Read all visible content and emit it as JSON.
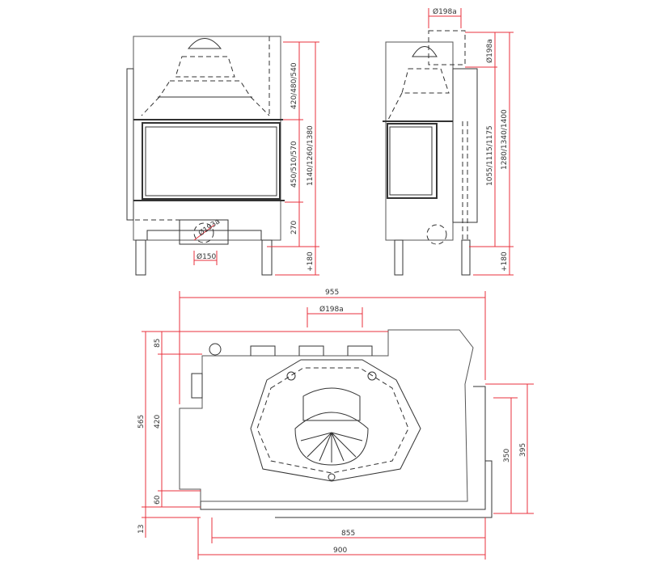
{
  "front_view": {
    "dim_hood": "420/480/540",
    "dim_window": "450/510/570",
    "dim_total": "1140/1260/1380",
    "dim_base": "270",
    "dim_legs": "+180",
    "dim_outlet_diameter": "Ø150",
    "dim_rear_diameter": "Ø193a"
  },
  "side_view": {
    "dim_top_diameter": "Ø198a",
    "dim_flue_diameter": "Ø198a",
    "dim_body": "1055/1115/1175",
    "dim_total": "1280/1340/1400",
    "dim_legs": "+180"
  },
  "top_view": {
    "dim_width_total": "955",
    "dim_flue_diameter": "Ø198a",
    "dim_depth_total": "565",
    "dim_rear": "85",
    "dim_depth_mid": "420",
    "dim_front": "60",
    "dim_glass": "13",
    "dim_side_inner": "350",
    "dim_side_outer": "395",
    "dim_width_inner": "855",
    "dim_width_outer": "900"
  },
  "colors": {
    "dimension": "#e8323c",
    "line": "#333333"
  }
}
